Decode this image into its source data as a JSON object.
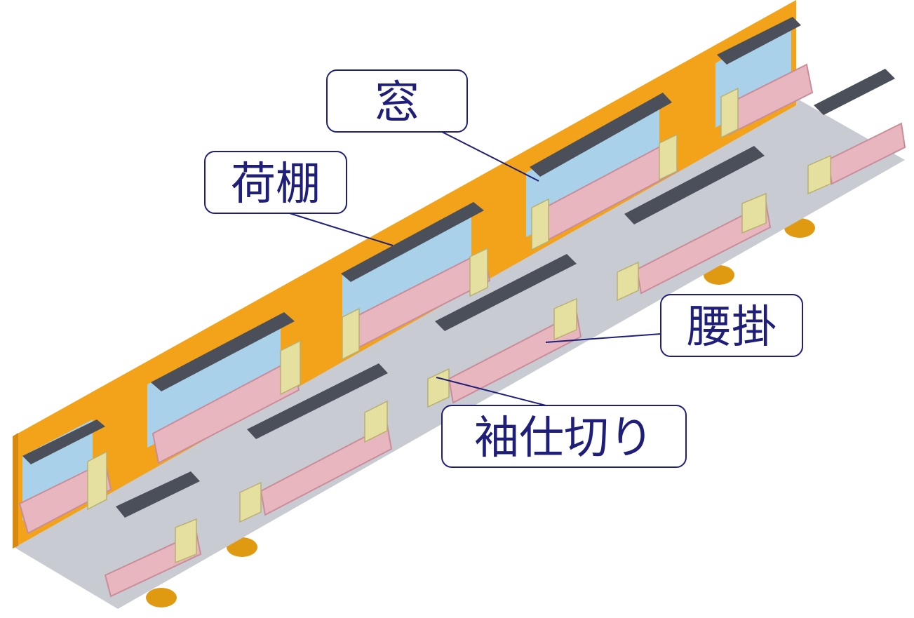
{
  "labels": {
    "window": "窓",
    "luggage_rack": "荷棚",
    "seat": "腰掛",
    "armrest_partition": "袖仕切り"
  },
  "colors": {
    "wall": "#f2a31a",
    "wall_edge": "#d88a10",
    "floor": "#c9cbd3",
    "window_glass": "#a9d2ea",
    "rack": "#4b4f5a",
    "seat": "#e8b6bf",
    "seat_shadow": "#c98d99",
    "partition": "#e6e0a0",
    "wheel": "#e09a12",
    "callout_stroke": "#1f1f7a"
  }
}
